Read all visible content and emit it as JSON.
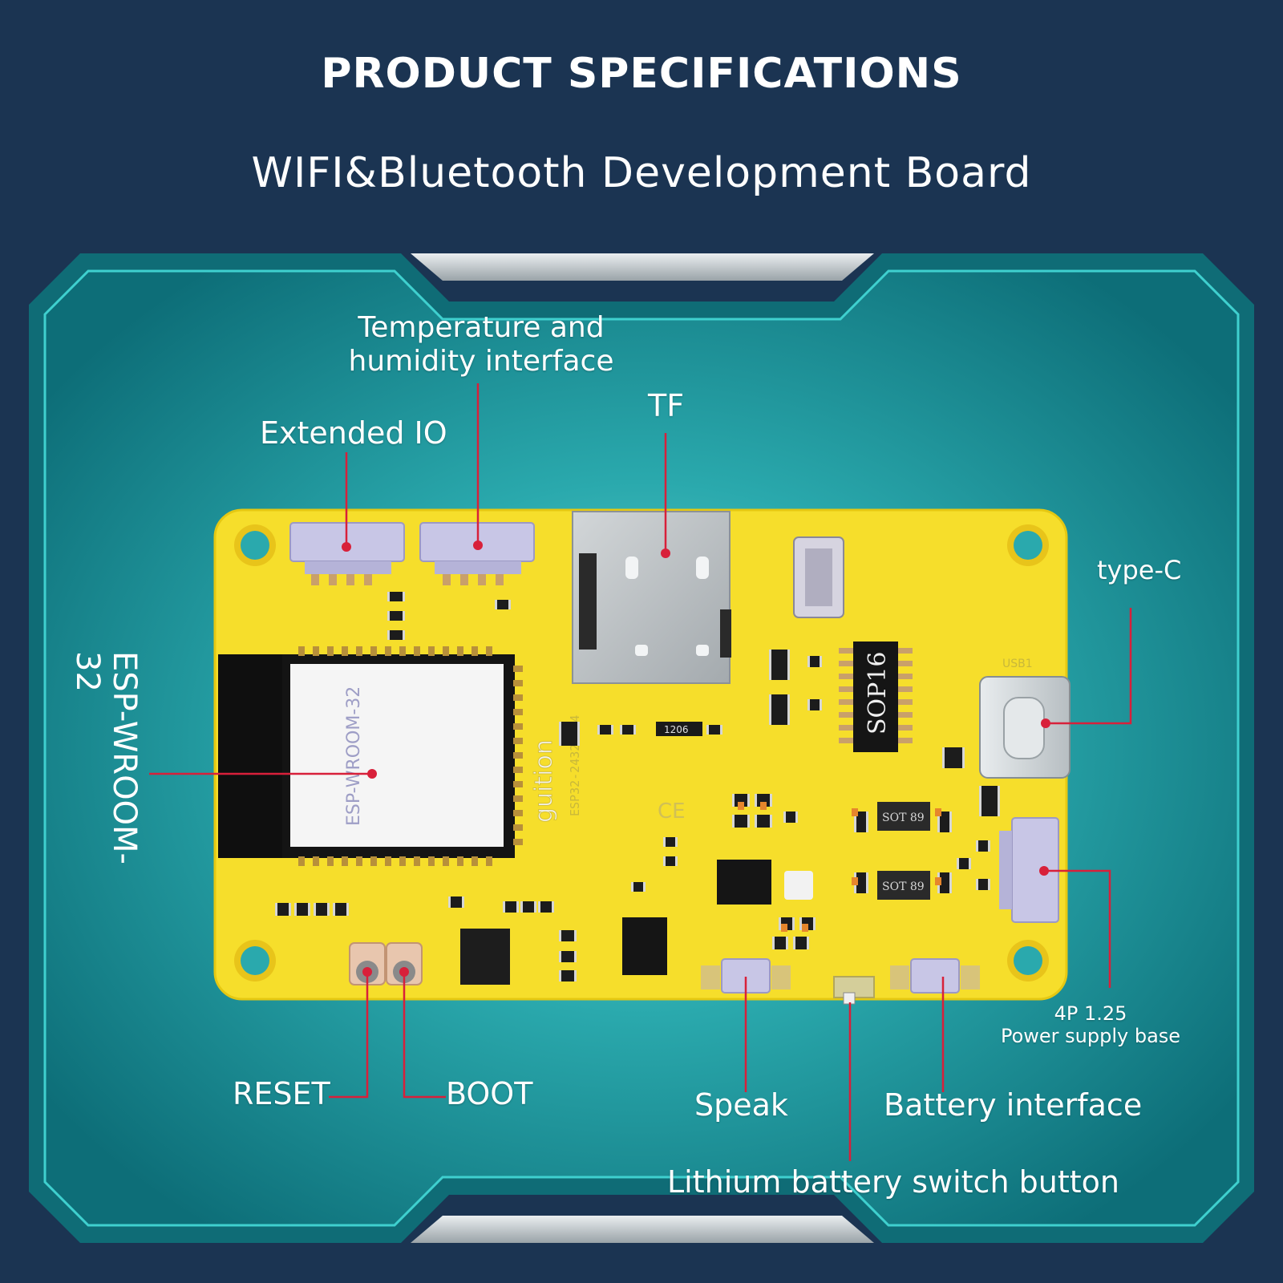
{
  "header": {
    "title": "PRODUCT SPECIFICATIONS",
    "subtitle": "WIFI&Bluetooth Development Board"
  },
  "colors": {
    "background": "#1b3452",
    "frame_outer": "#0f6c76",
    "frame_inner": "#2fb0b4",
    "board": "#f6de2b",
    "leader_line": "#d8203a",
    "label_text": "#ffffff"
  },
  "labels": {
    "temp_humidity": "Temperature and\nhumidity interface",
    "extended_io": "Extended IO",
    "tf": "TF",
    "type_c": "type-C",
    "esp_module": "ESP-WROOM-32",
    "power_base": "4P 1.25\nPower supply base",
    "reset": "RESET",
    "boot": "BOOT",
    "speak": "Speak",
    "battery_interface": "Battery interface",
    "lithium_switch": "Lithium battery switch button"
  },
  "board_markings": {
    "module_text": "ESP-WROOM-32",
    "sop16": "SOP16",
    "model": "ESP32-2432S024",
    "usb": "USB1",
    "sot_1": "SOT 89",
    "sot_2": "SOT 89",
    "brand": "guition",
    "resistor": "1206",
    "ce": "CE"
  }
}
